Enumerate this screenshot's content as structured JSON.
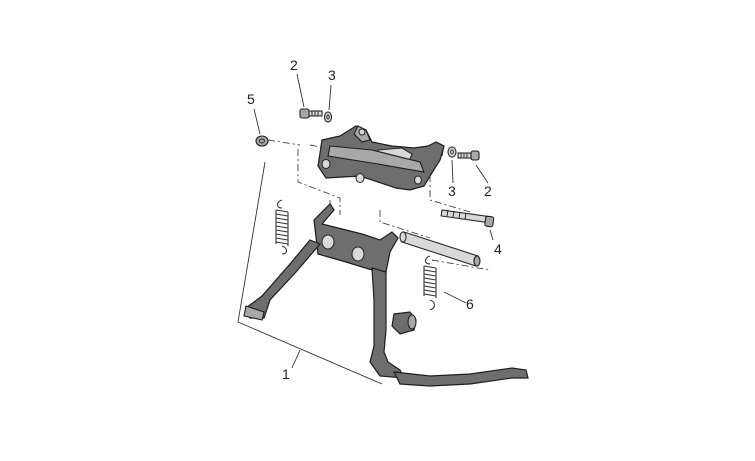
{
  "diagram": {
    "callouts": [
      {
        "id": "c2a",
        "label": "2"
      },
      {
        "id": "c3a",
        "label": "3"
      },
      {
        "id": "c5",
        "label": "5"
      },
      {
        "id": "c3b",
        "label": "3"
      },
      {
        "id": "c2b",
        "label": "2"
      },
      {
        "id": "c4",
        "label": "4"
      },
      {
        "id": "c6",
        "label": "6"
      },
      {
        "id": "c1",
        "label": "1"
      }
    ]
  },
  "colors": {
    "part_dark": "#6e6e6e",
    "part_light": "#a8a8a8",
    "outline": "#1e1e1e",
    "background": "#ffffff"
  }
}
